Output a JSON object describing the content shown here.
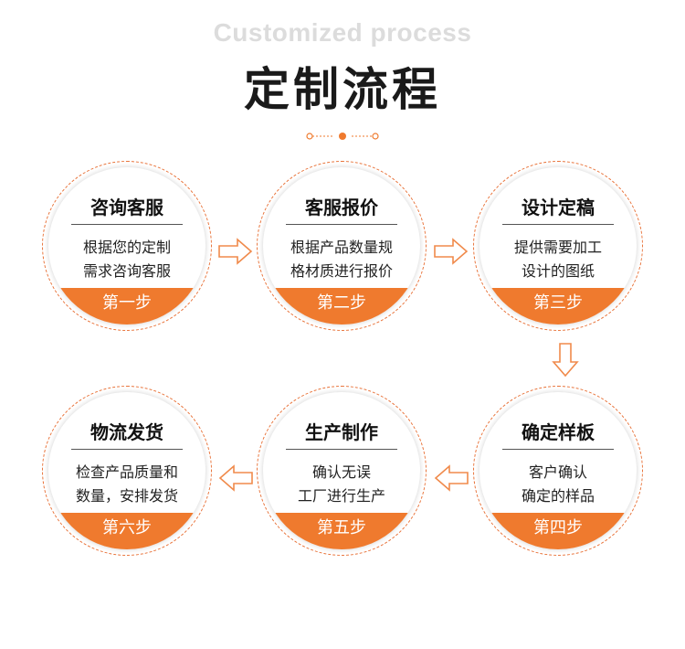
{
  "header": {
    "subtitle_en": "Customized process",
    "title_cn": "定制流程"
  },
  "colors": {
    "accent": "#ef7a2e",
    "ring": "#e8733a",
    "arrow": "#f08a4b"
  },
  "steps": [
    {
      "title": "咨询客服",
      "line1": "根据您的定制",
      "line2": "需求咨询客服",
      "badge": "第一步"
    },
    {
      "title": "客服报价",
      "line1": "根据产品数量规",
      "line2": "格材质进行报价",
      "badge": "第二步"
    },
    {
      "title": "设计定稿",
      "line1": "提供需要加工",
      "line2": "设计的图纸",
      "badge": "第三步"
    },
    {
      "title": "确定样板",
      "line1": "客户确认",
      "line2": "确定的样品",
      "badge": "第四步"
    },
    {
      "title": "生产制作",
      "line1": "确认无误",
      "line2": "工厂进行生产",
      "badge": "第五步"
    },
    {
      "title": "物流发货",
      "line1": "检查产品质量和",
      "line2": "数量，安排发货",
      "badge": "第六步"
    }
  ]
}
